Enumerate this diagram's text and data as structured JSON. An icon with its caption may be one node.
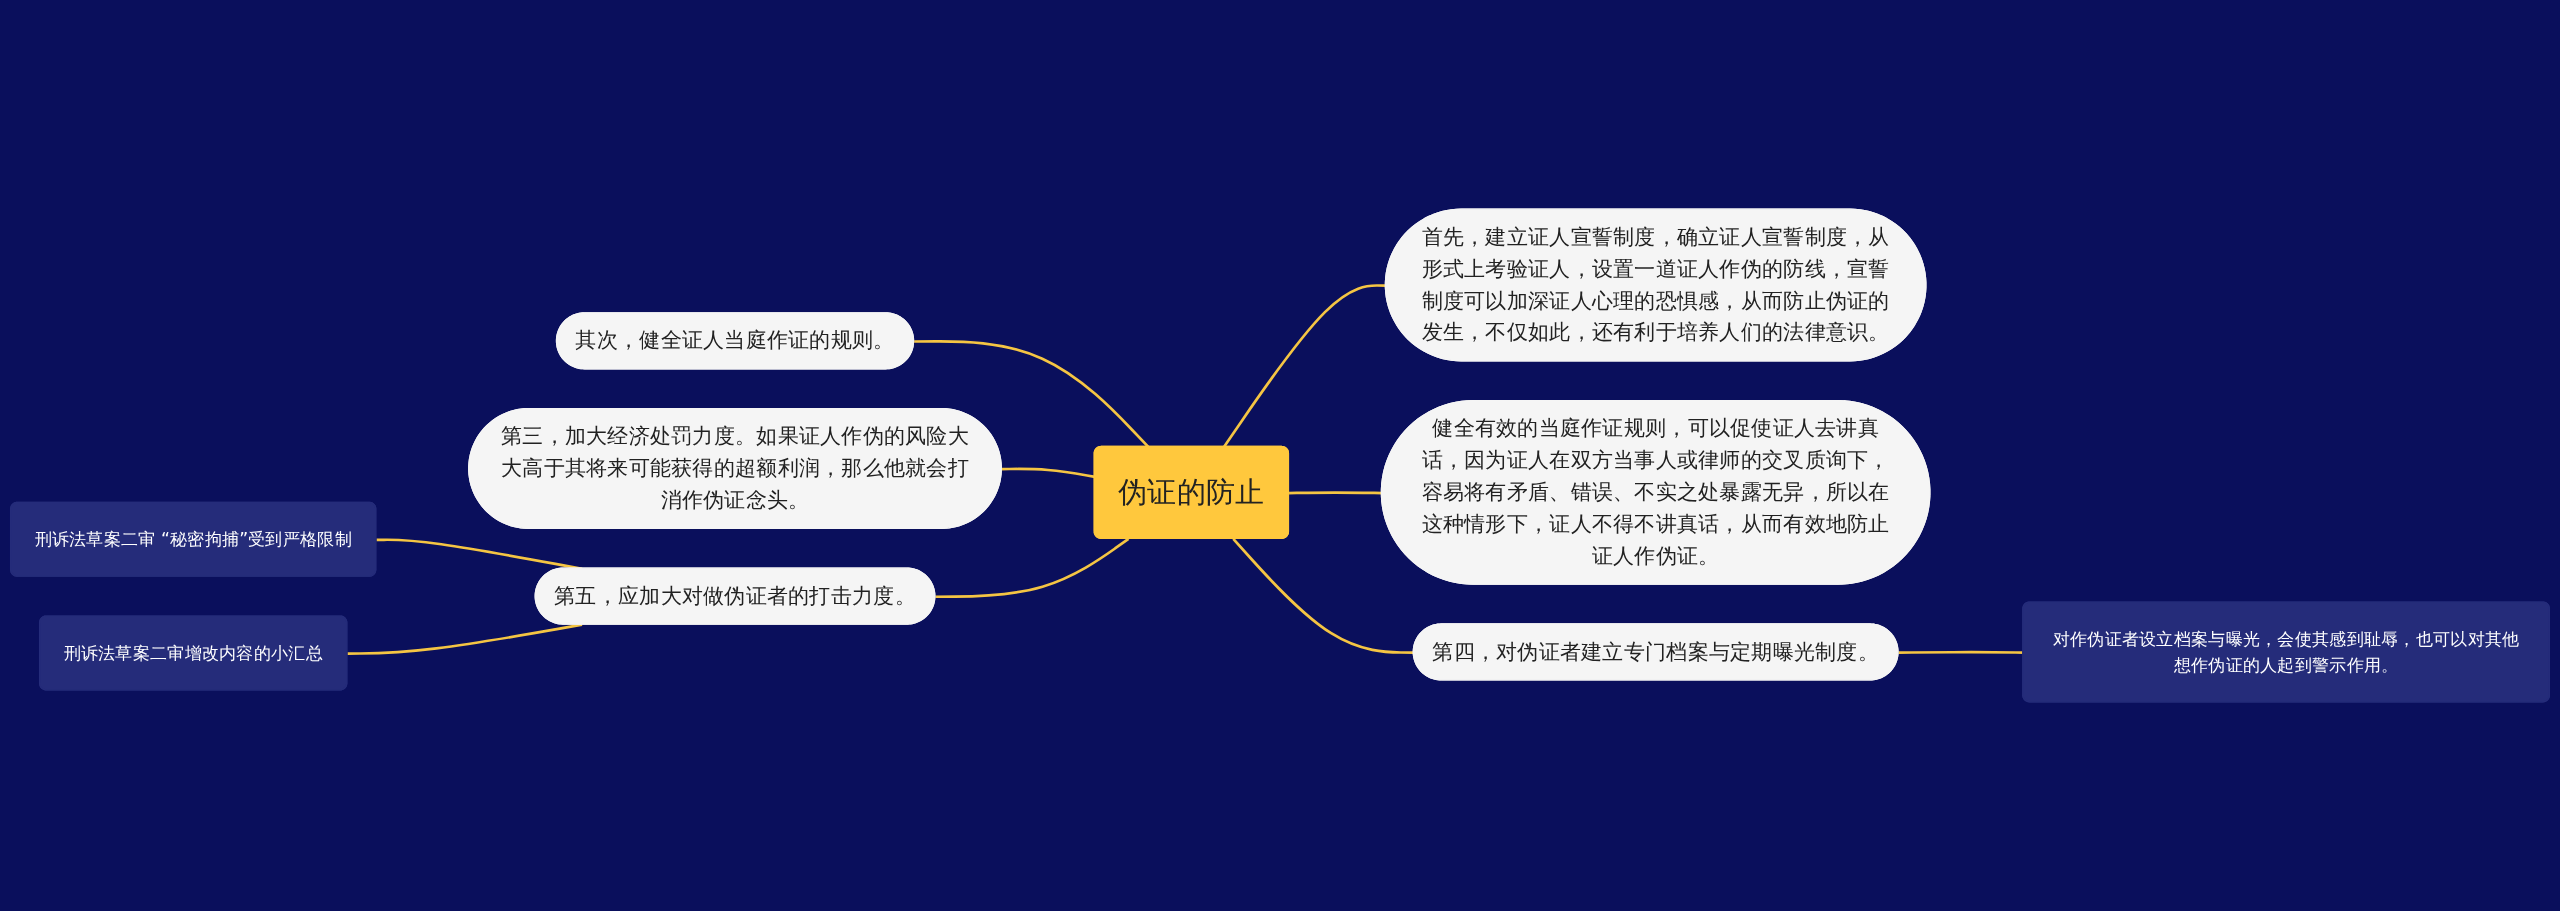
{
  "diagram": {
    "nodes": [
      {
        "text": [
          "伪证的防止"
        ]
      },
      {
        "text": [
          "首先，建立证人宣誓制度，确立证人宣誓制度，从形式上考验证人，设置一道证人作伪的防线，宣誓制度可以加深证人心理的恐惧感，从而防止伪证的发生，不仅如此，还有利于培养人们的法律意识。"
        ]
      },
      {
        "text": [
          "健全有效的当庭作证规则，可以促使证人去讲真话，因为证人在双方当事人或律师的交叉质询下，容易将有矛盾、错误、不实之处暴露无异，所以在这种情形下，证人不得不讲真话，从而有效地防止证人作伪证。"
        ]
      },
      {
        "text": [
          "第四，对伪证者建立专门档案与定期曝光制度。"
        ]
      },
      {
        "text": [
          "对作伪证者设立档案与曝光，会使其感到耻辱，也可以对其他想作伪证的人起到警示作用。"
        ]
      },
      {
        "text": [
          "其次，健全证人当庭作证的规则。"
        ]
      },
      {
        "text": [
          "第三，加大经济处罚力度。如果证人作伪的风险大大高于其将来可能获得的超额利润，那么他就会打消作伪证念头。"
        ]
      },
      {
        "text": [
          "第五，应加大对做伪证者的打击力度。"
        ]
      },
      {
        "text": [
          "刑诉法草案二审 “秘密拘捕”受到严格限制"
        ]
      },
      {
        "text": [
          "刑诉法草案二审增改内容的小汇总"
        ]
      }
    ],
    "edges": [
      {
        "from": 0,
        "to": 1,
        "arrow": "none"
      },
      {
        "from": 0,
        "to": 2,
        "arrow": "none"
      },
      {
        "from": 0,
        "to": 3,
        "arrow": "none"
      },
      {
        "from": 3,
        "to": 4,
        "arrow": "none"
      },
      {
        "from": 0,
        "to": 5,
        "arrow": "none"
      },
      {
        "from": 0,
        "to": 6,
        "arrow": "none"
      },
      {
        "from": 0,
        "to": 7,
        "arrow": "none"
      },
      {
        "from": 7,
        "to": 8,
        "arrow": "none"
      },
      {
        "from": 7,
        "to": 9,
        "arrow": "none"
      }
    ]
  }
}
